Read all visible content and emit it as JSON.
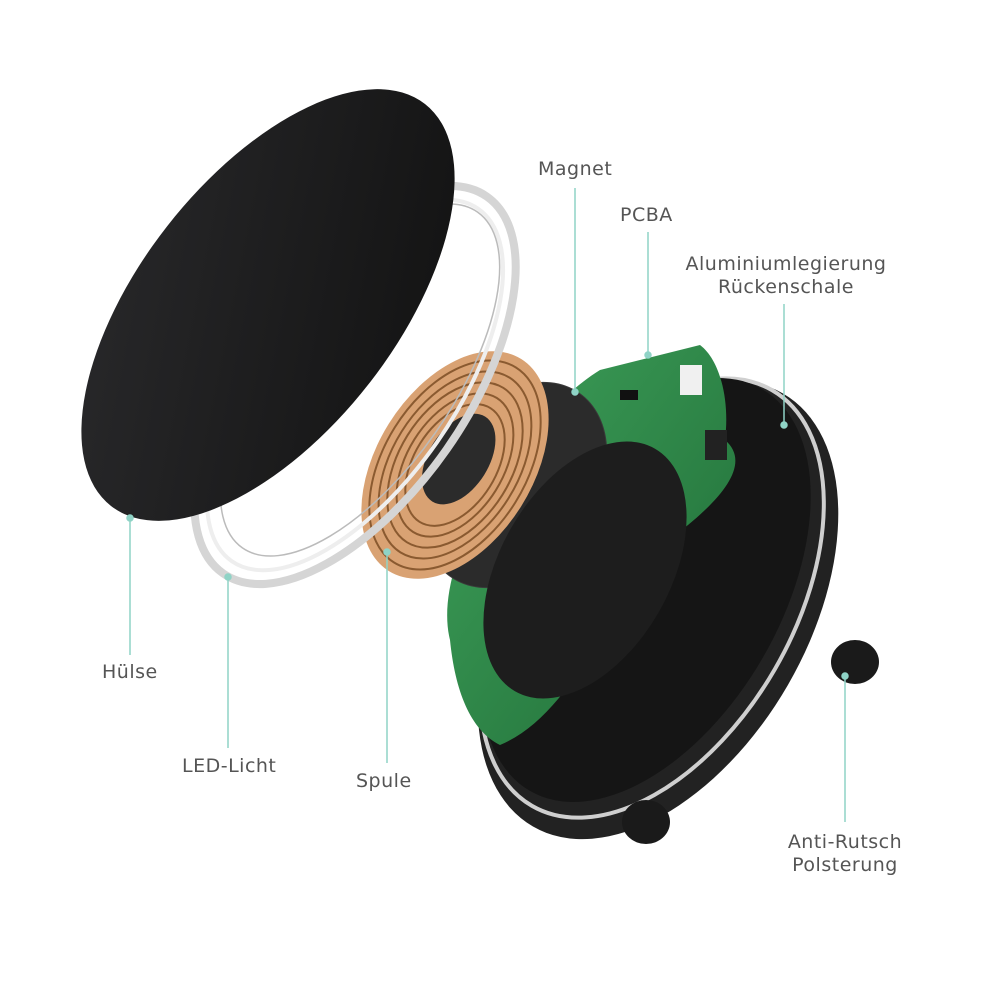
{
  "title": "Wireless charger exploded view",
  "colors": {
    "leader_line": "#8fd3c6",
    "label_text": "#555555",
    "plate": "#1c1c1e",
    "coil": "#d9a273",
    "pcb": "#2f8a4a"
  },
  "labels": {
    "magnet": "Magnet",
    "pcba": "PCBA",
    "shell_line1": "Aluminiumlegierung",
    "shell_line2": "Rückenschale",
    "sleeve": "Hülse",
    "led": "LED-Licht",
    "coil": "Spule",
    "pad_line1": "Anti-Rutsch",
    "pad_line2": "Polsterung"
  }
}
